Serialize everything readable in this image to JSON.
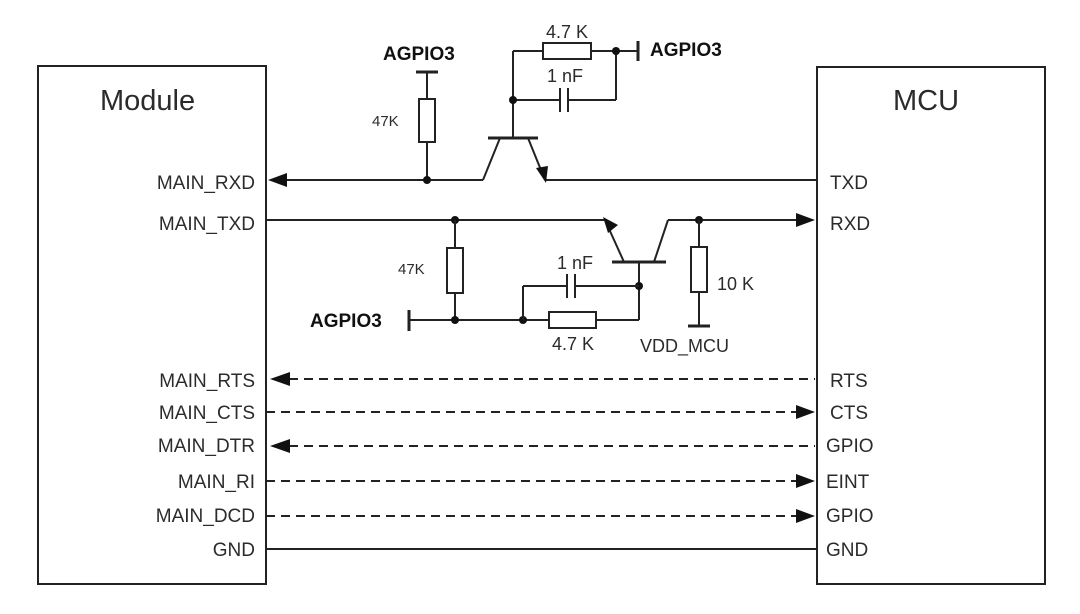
{
  "blocks": {
    "module_title": "Module",
    "mcu_title": "MCU"
  },
  "module_pins": {
    "rxd": "MAIN_RXD",
    "txd": "MAIN_TXD",
    "rts": "MAIN_RTS",
    "cts": "MAIN_CTS",
    "dtr": "MAIN_DTR",
    "ri": "MAIN_RI",
    "dcd": "MAIN_DCD",
    "gnd": "GND"
  },
  "mcu_pins": {
    "txd": "TXD",
    "rxd": "RXD",
    "rts": "RTS",
    "cts": "CTS",
    "gpio1": "GPIO",
    "eint": "EINT",
    "gpio2": "GPIO",
    "gnd": "GND"
  },
  "components": {
    "top_resistor_value": "4.7 K",
    "top_capacitor_value": "1 nF",
    "top_pullup_value": "47K",
    "bottom_pullup_value": "47K",
    "bottom_capacitor_value": "1 nF",
    "bottom_resistor_value": "4.7 K",
    "mcu_pullup_value": "10 K"
  },
  "rails": {
    "agpio_top_left": "AGPIO3",
    "agpio_top_right": "AGPIO3",
    "agpio_bottom": "AGPIO3",
    "vdd_mcu": "VDD_MCU"
  }
}
